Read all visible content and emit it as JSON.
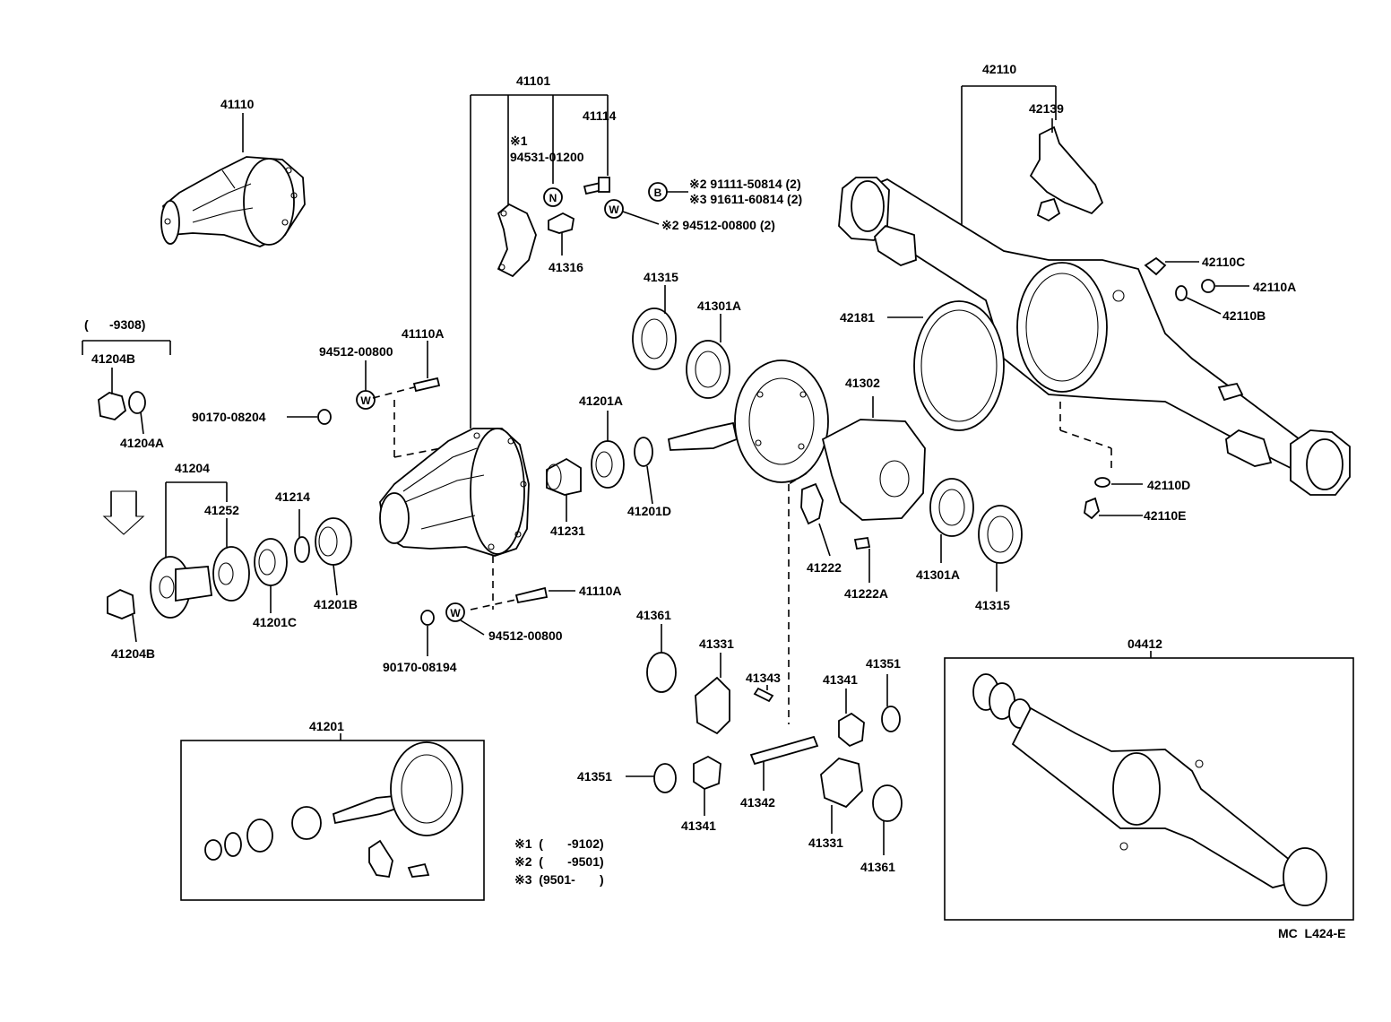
{
  "labels": {
    "l41110": "41110",
    "l41101": "41101",
    "l41114": "41114",
    "l94531": "94531-01200",
    "note1": "※1",
    "l41316": "41316",
    "l91111": "※2 91111-50814 (2)",
    "l91611": "※3 91611-60814 (2)",
    "l94512top": "※2 94512-00800 (2)",
    "l42110": "42110",
    "l42139": "42139",
    "l42110C": "42110C",
    "l42110A": "42110A",
    "l42110B": "42110B",
    "l42181": "42181",
    "l9308": "(      -9308)",
    "l41204Btop": "41204B",
    "l41204A": "41204A",
    "l90170_08204": "90170-08204",
    "l94512a": "94512-00800",
    "l41110A1": "41110A",
    "l41315a": "41315",
    "l41301Aa": "41301A",
    "l41201A": "41201A",
    "l41302": "41302",
    "l41204": "41204",
    "l41252": "41252",
    "l41214": "41214",
    "l41201D": "41201D",
    "l41231": "41231",
    "l42110D": "42110D",
    "l42110E": "42110E",
    "l41201B": "41201B",
    "l41201C": "41201C",
    "l41204Bbot": "41204B",
    "l41110A2": "41110A",
    "l94512b": "94512-00800",
    "l90170_08194": "90170-08194",
    "l41222": "41222",
    "l41222A": "41222A",
    "l41301Ab": "41301A",
    "l41315b": "41315",
    "l41361a": "41361",
    "l41331a": "41331",
    "l41343": "41343",
    "l41341a": "41341",
    "l41351a": "41351",
    "l41201": "41201",
    "l41351b": "41351",
    "l41341b": "41341",
    "l41342": "41342",
    "l41331b": "41331",
    "l41361b": "41361",
    "l04412": "04412",
    "legend1": "※1  (       -9102)",
    "legend2": "※2  (       -9501)",
    "legend3": "※3  (9501-       )",
    "code": "MC  L424-E"
  },
  "markers": {
    "n": "N",
    "b": "B",
    "w1": "W",
    "w2": "W",
    "w3": "W"
  }
}
